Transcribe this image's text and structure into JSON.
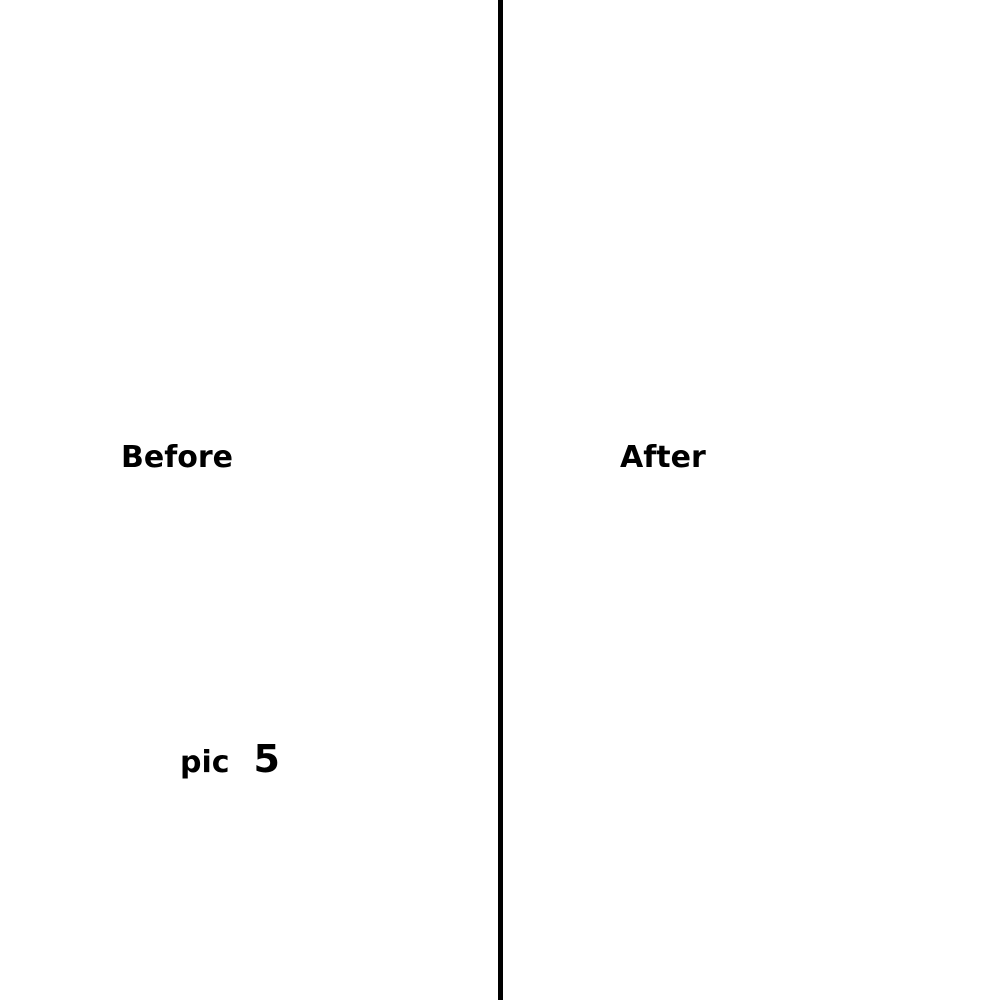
{
  "panels": {
    "left": {
      "label": "Before"
    },
    "right": {
      "label": "After"
    }
  },
  "caption": {
    "word": "pic",
    "number": "5"
  },
  "colors": {
    "background": "#ffffff",
    "text": "#000000",
    "divider": "#000000"
  }
}
